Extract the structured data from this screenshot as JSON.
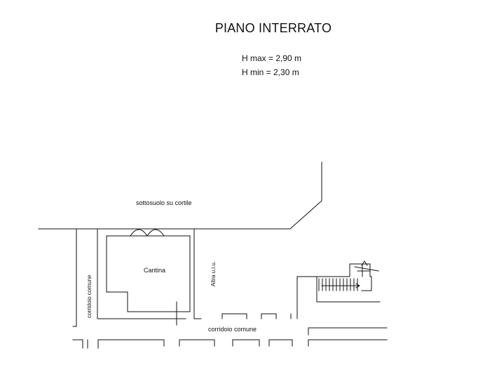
{
  "header": {
    "title": "PIANO INTERRATO",
    "h_max": "H max = 2,90 m",
    "h_min": "H min = 2,30 m"
  },
  "plan": {
    "sottosuolo": "sottosuolo  su  cortile",
    "cantina": "Cantina",
    "altra_uiu": "Altra u.i.u.",
    "corridoio_vertical": "corridoio  comune",
    "corridoio_horizontal": "corridoio   comune"
  }
}
